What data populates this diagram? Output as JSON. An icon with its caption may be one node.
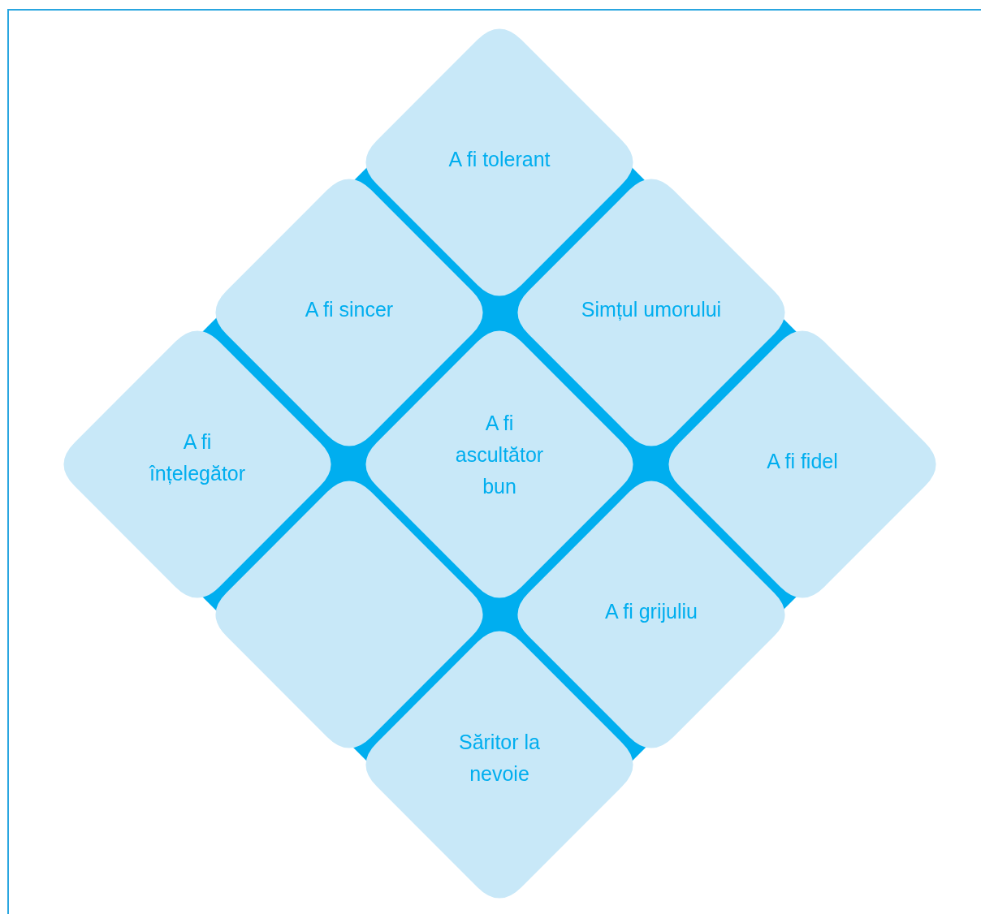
{
  "diagram": {
    "nodes": [
      {
        "text": [
          "A fi tolerant"
        ]
      },
      {
        "text": [
          "A fi sincer"
        ]
      },
      {
        "text": [
          "Simțul umorului"
        ]
      },
      {
        "text": [
          "A fi înțelegător"
        ]
      },
      {
        "text": [
          "A fi ascultător bun"
        ]
      },
      {
        "text": [
          "A fi fidel"
        ]
      },
      {
        "text": [],
        "shape": "diamond"
      },
      {
        "text": [
          "A fi grijuliu"
        ]
      },
      {
        "text": [
          "Săritor la nevoie"
        ]
      }
    ]
  }
}
